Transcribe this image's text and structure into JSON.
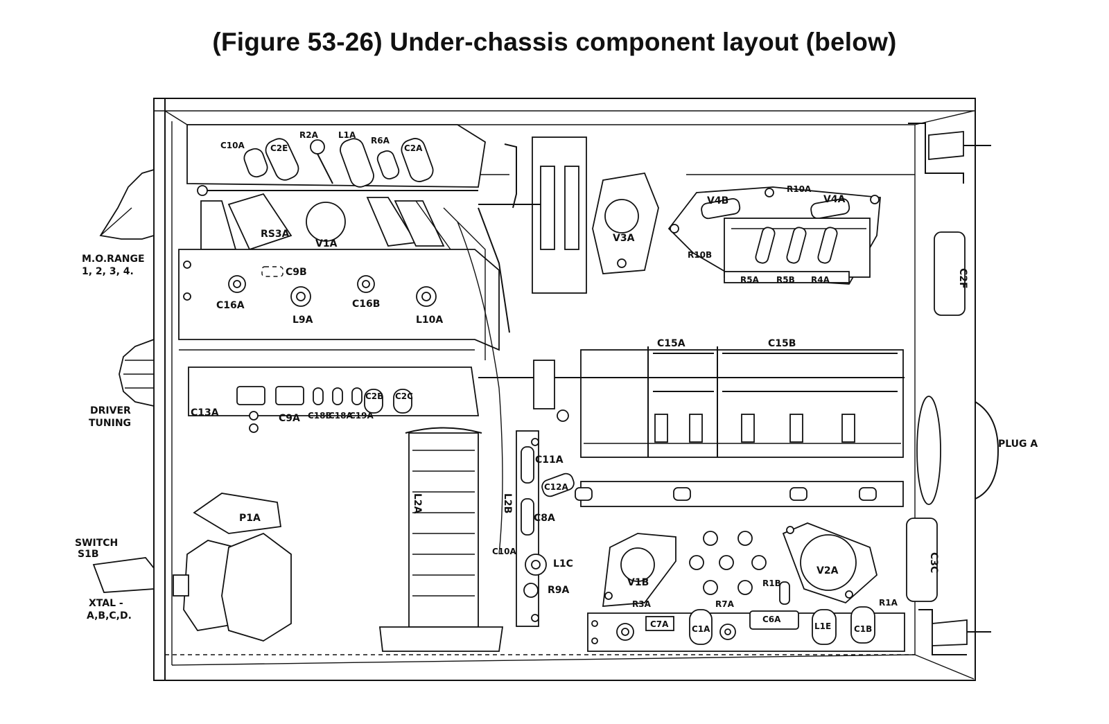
{
  "title": "(Figure 53-26) Under-chassis component layout (below)",
  "external_labels": {
    "mo_range_line1": "M.O.RANGE",
    "mo_range_line2": "1, 2, 3, 4.",
    "driver_line1": "DRIVER",
    "driver_line2": "TUNING",
    "switch_line1": "SWITCH",
    "switch_line2": "S1B",
    "xtal_line1": "XTAL -",
    "xtal_line2": "A,B,C,D.",
    "plug": "PLUG A"
  },
  "components": {
    "c10a": "C10A",
    "c2e": "C2E",
    "r2a": "R2A",
    "l1a": "L1A",
    "r6a": "R6A",
    "c2a": "C2A",
    "r53a": "RS3A",
    "v1a": "V1A",
    "c9b": "C9B",
    "c16a": "C16A",
    "l9a": "L9A",
    "c16b": "C16B",
    "l10a": "L10A",
    "v3a": "V3A",
    "r10a": "R10A",
    "v4b": "V4B",
    "v4a": "V4A",
    "r10b": "R10B",
    "r5a": "R5A",
    "r5b": "R5B",
    "r4a": "R4A",
    "c2f": "C2F",
    "c15a": "C15A",
    "c15b": "C15B",
    "c13a": "C13A",
    "c9a": "C9A",
    "c18b": "C18B",
    "c18a": "C18A",
    "c19a": "C19A",
    "c2b": "C2B",
    "c2c": "C2C",
    "l2a": "L2A",
    "l2b": "L2B",
    "c11a": "C11A",
    "c12a": "C12A",
    "c8a": "C8A",
    "c10a_small": "C10A",
    "l1c": "L1C",
    "r9a": "R9A",
    "p1a": "P1A",
    "v1b": "V1B",
    "r3a": "R3A",
    "c7a": "C7A",
    "c1a": "C1A",
    "r7a": "R7A",
    "c6a": "C6A",
    "l1e": "L1E",
    "c1b": "C1B",
    "r1b": "R1B",
    "v2a": "V2A",
    "r1a": "R1A",
    "c3c": "C3C"
  }
}
